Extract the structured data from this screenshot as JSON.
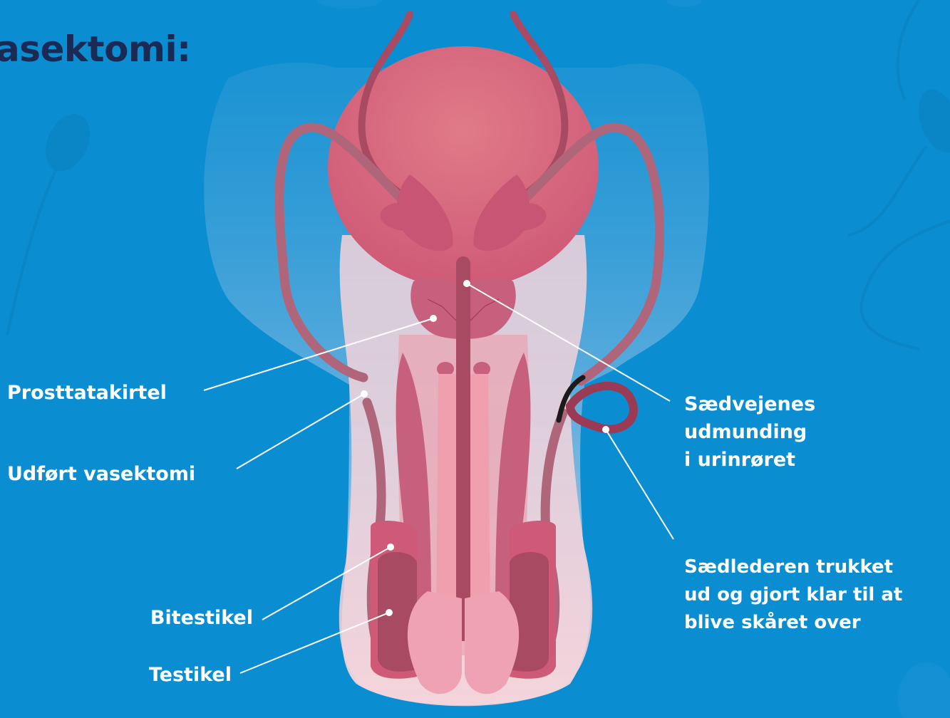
{
  "title": "asektomi:",
  "labels": {
    "prostate": "Prosttatakirtel",
    "vasectomy_done": "Udført vasektomi",
    "epididymis": "Bitestikel",
    "testicle": "Testikel",
    "ejaculatory_opening": "Sædvejenes\nudmunding\ni urinrøret",
    "vas_pulled": "Sædlederen trukket\nud og gjort klar til at\nblive skåret over"
  },
  "colors": {
    "background": "#0b8dd1",
    "title": "#1b2a55",
    "label": "#ffffff",
    "bladder": "#d9687f",
    "duct": "#a84a62",
    "skin": "#f6d8dc",
    "cut_marker": "#1b1b1b"
  }
}
